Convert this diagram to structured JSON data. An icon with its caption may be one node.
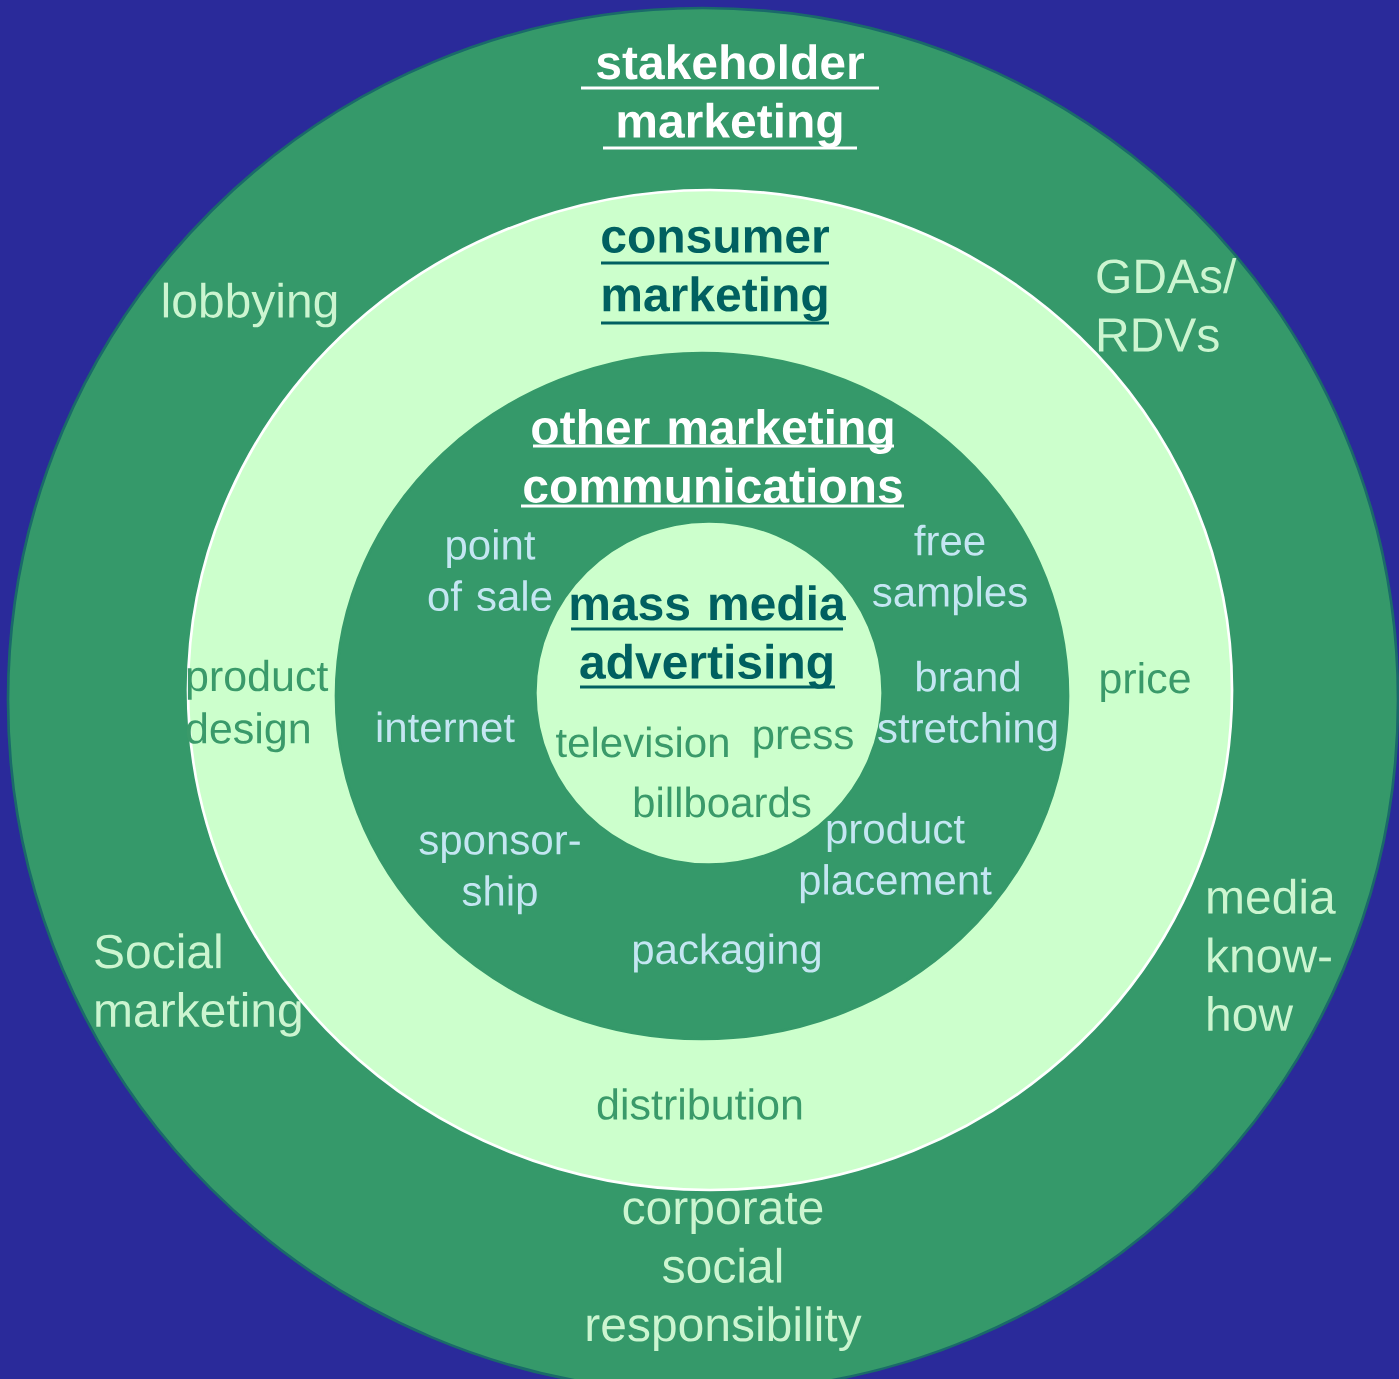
{
  "diagram": {
    "nodes": [
      {
        "text": [
          "stakeholder marketing",
          "lobbying",
          "GDAs/ RDVs",
          "Social marketing",
          "media know-how",
          "corporate social responsibility"
        ]
      },
      {
        "text": [
          "consumer marketing",
          "product design",
          "price",
          "distribution"
        ],
        "in": 0
      },
      {
        "text": [
          "other marketing communications",
          "point of sale",
          "free samples",
          "internet",
          "brand stretching",
          "sponsor-ship",
          "product placement",
          "packaging"
        ],
        "in": 1
      },
      {
        "text": [
          "mass media advertising",
          "television",
          "press",
          "billboards"
        ],
        "in": 2
      }
    ]
  }
}
